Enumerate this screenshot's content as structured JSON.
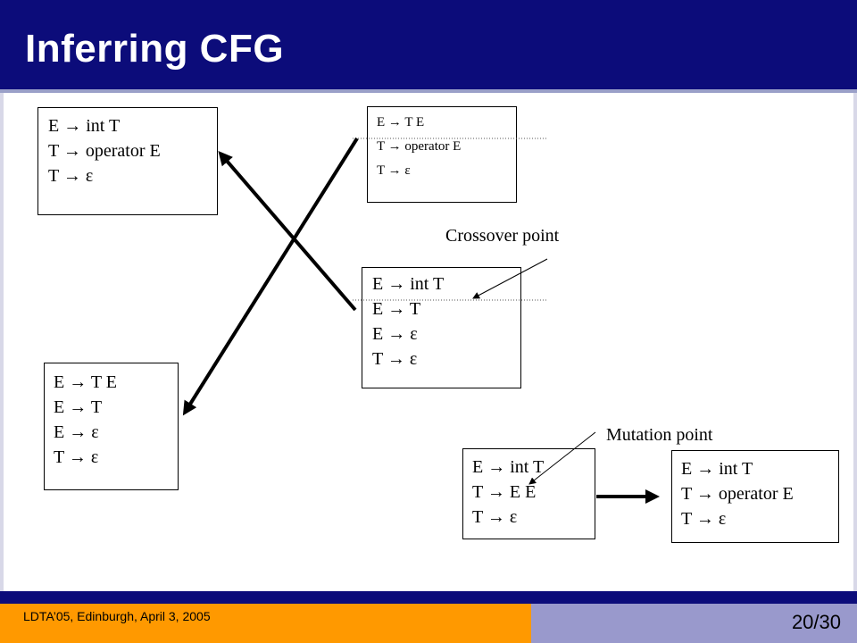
{
  "slide": {
    "title": "Inferring CFG",
    "footer": "LDTA’05, Edinburgh, April 3, 2005",
    "page": "20/30"
  },
  "grammars": {
    "parent_a": [
      "E → int T",
      "T → operator E",
      "T → ε"
    ],
    "parent_b": [
      "E → T E",
      "T → operator E",
      "T → ε"
    ],
    "parent_c": [
      "E → int T",
      "E → T",
      "E → ε",
      "T → ε"
    ],
    "child_crossover": [
      "E → T E",
      "E → T",
      "E → ε",
      "T → ε"
    ],
    "mutation_before": [
      "E → int T",
      "T → E E",
      "T → ε"
    ],
    "mutation_after": [
      "E → int T",
      "T → operator E",
      "T → ε"
    ]
  },
  "labels": {
    "crossover": "Crossover point",
    "mutation": "Mutation point"
  },
  "colors": {
    "header": "#0c0c7a",
    "footer_orange": "#ff9900",
    "footer_lavender": "#9999cc"
  }
}
